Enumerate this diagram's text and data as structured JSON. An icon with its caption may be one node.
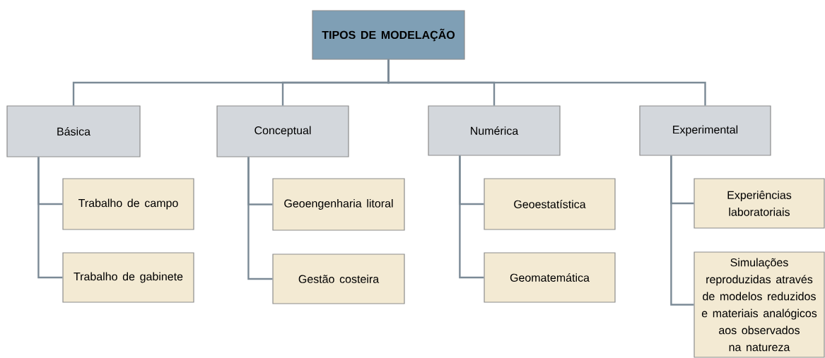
{
  "diagram": {
    "nodes": [
      {
        "text": [
          "TIPOS DE MODELAÇÃO"
        ]
      },
      {
        "text": [
          "Básica"
        ]
      },
      {
        "text": [
          "Conceptual"
        ]
      },
      {
        "text": [
          "Numérica"
        ]
      },
      {
        "text": [
          "Experimental"
        ]
      },
      {
        "text": [
          "Trabalho de campo"
        ]
      },
      {
        "text": [
          "Trabalho de gabinete"
        ]
      },
      {
        "text": [
          "Geoengenharia litoral"
        ]
      },
      {
        "text": [
          "Gestão costeira"
        ]
      },
      {
        "text": [
          "Geoestatística"
        ]
      },
      {
        "text": [
          "Geomatemática"
        ]
      },
      {
        "text": [
          "Experiências laboratoriais"
        ]
      },
      {
        "text": [
          "Simulações reproduzidas através de modelos reduzidos e materiais analógicos aos observados na natureza"
        ]
      }
    ],
    "edges": [
      {
        "from": 0,
        "to": 1,
        "arrow": "none"
      },
      {
        "from": 0,
        "to": 2,
        "arrow": "none"
      },
      {
        "from": 0,
        "to": 3,
        "arrow": "none"
      },
      {
        "from": 0,
        "to": 4,
        "arrow": "none"
      },
      {
        "from": 1,
        "to": 5,
        "arrow": "none"
      },
      {
        "from": 1,
        "to": 6,
        "arrow": "none"
      },
      {
        "from": 2,
        "to": 7,
        "arrow": "none"
      },
      {
        "from": 2,
        "to": 8,
        "arrow": "none"
      },
      {
        "from": 3,
        "to": 9,
        "arrow": "none"
      },
      {
        "from": 3,
        "to": 10,
        "arrow": "none"
      },
      {
        "from": 4,
        "to": 11,
        "arrow": "none"
      },
      {
        "from": 4,
        "to": 12,
        "arrow": "none"
      }
    ]
  }
}
